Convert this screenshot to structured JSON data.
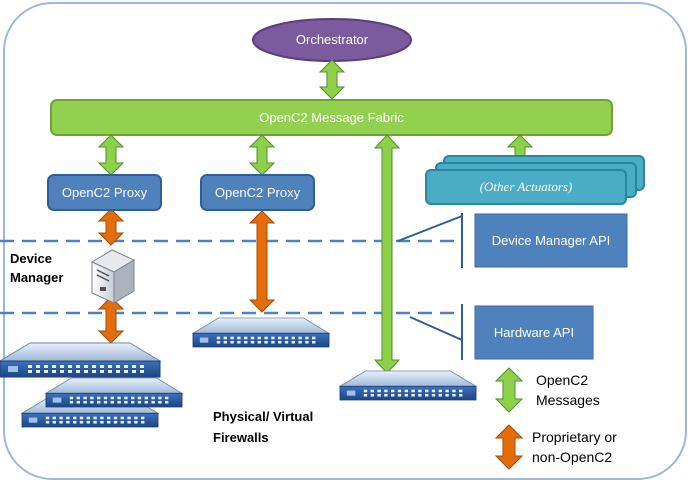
{
  "diagram": {
    "orchestrator": "Orchestrator",
    "fabric": "OpenC2 Message Fabric",
    "proxy_left": "OpenC2 Proxy",
    "proxy_middle": "OpenC2 Proxy",
    "other_actuators": "(Other Actuators)",
    "device_manager_api": "Device Manager API",
    "hardware_api": "Hardware API",
    "device_manager_label_line1": "Device",
    "device_manager_label_line2": "Manager",
    "firewalls_label_line1": "Physical/ Virtual",
    "firewalls_label_line2": "Firewalls"
  },
  "legend": {
    "green_label_line1": "OpenC2",
    "green_label_line2": "Messages",
    "orange_label_line1": "Proprietary or",
    "orange_label_line2": "non-OpenC2"
  },
  "colors": {
    "orchestrator_fill": "#7b5a9e",
    "fabric_fill": "#92d050",
    "proxy_fill": "#4f81bd",
    "actuator_fill": "#4bacc6",
    "api_fill": "#4f81bd",
    "green_arrow": "#8dd04a",
    "orange_arrow": "#e46c0a",
    "dashed_line": "#4f81bd",
    "frame_stroke": "#9bb7e0"
  },
  "icons": {
    "device_manager": "server-icon",
    "firewall": "network-switch-icon"
  }
}
